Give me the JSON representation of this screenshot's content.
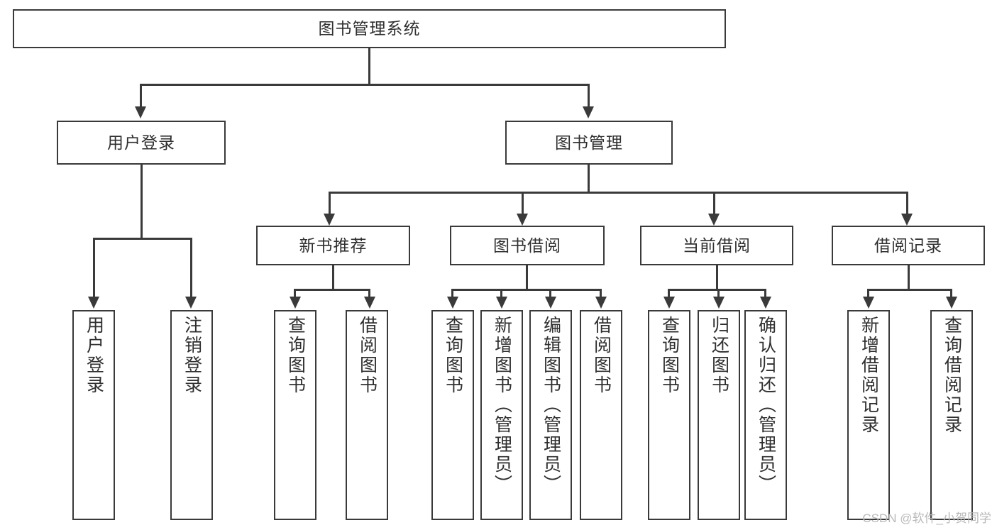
{
  "diagram": {
    "type": "tree-hierarchy-chart",
    "title": "图书管理系统",
    "watermark": "CSDN @软件_小贺同学",
    "root": {
      "id": "root",
      "label": "图书管理系统"
    },
    "level2": [
      {
        "id": "user-login",
        "label": "用户登录"
      },
      {
        "id": "book-manage",
        "label": "图书管理"
      }
    ],
    "level3": [
      {
        "id": "new-book-recommend",
        "label": "新书推荐",
        "parent": "book-manage"
      },
      {
        "id": "book-borrow",
        "label": "图书借阅",
        "parent": "book-manage"
      },
      {
        "id": "current-borrow",
        "label": "当前借阅",
        "parent": "book-manage"
      },
      {
        "id": "borrow-record",
        "label": "借阅记录",
        "parent": "book-manage"
      }
    ],
    "leaves": [
      {
        "id": "leaf-user-login",
        "label": "用户登录",
        "parent": "user-login"
      },
      {
        "id": "leaf-logout-login",
        "label": "注销登录",
        "parent": "user-login"
      },
      {
        "id": "leaf-query-book-1",
        "label": "查询图书",
        "parent": "new-book-recommend"
      },
      {
        "id": "leaf-borrow-book-1",
        "label": "借阅图书",
        "parent": "new-book-recommend"
      },
      {
        "id": "leaf-query-book-2",
        "label": "查询图书",
        "parent": "book-borrow"
      },
      {
        "id": "leaf-add-book",
        "label": "新增图书（管理员）",
        "parent": "book-borrow"
      },
      {
        "id": "leaf-edit-book",
        "label": "编辑图书（管理员）",
        "parent": "book-borrow"
      },
      {
        "id": "leaf-borrow-book-2",
        "label": "借阅图书",
        "parent": "book-borrow"
      },
      {
        "id": "leaf-query-book-3",
        "label": "查询图书",
        "parent": "current-borrow"
      },
      {
        "id": "leaf-return-book",
        "label": "归还图书",
        "parent": "current-borrow"
      },
      {
        "id": "leaf-confirm-return",
        "label": "确认归还（管理员）",
        "parent": "current-borrow"
      },
      {
        "id": "leaf-add-record",
        "label": "新增借阅记录",
        "parent": "borrow-record"
      },
      {
        "id": "leaf-query-record",
        "label": "查询借阅记录",
        "parent": "borrow-record"
      }
    ],
    "colors": {
      "stroke": "#3a3a3a",
      "fill": "#ffffff",
      "text": "#2f2f2f",
      "watermark": "#b9b9b9"
    }
  }
}
